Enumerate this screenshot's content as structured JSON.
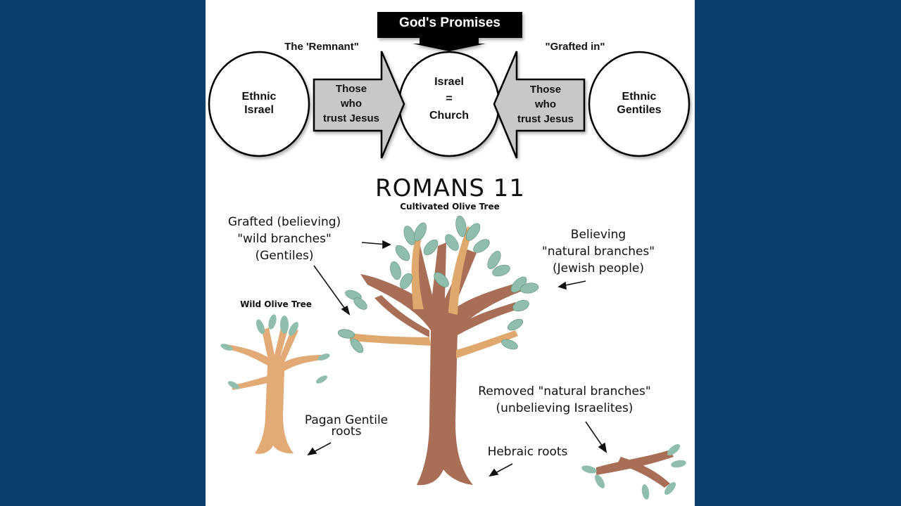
{
  "colors": {
    "background": "#0c3e6e",
    "panel": "#ffffff",
    "banner": "#000000",
    "arrow_fill": "#c8c8c8",
    "cultivated_trunk": "#a86e56",
    "grafted_branch": "#dfa96e",
    "wild_tree": "#e2ab76",
    "leaf": "#8fbfac"
  },
  "top_diagram": {
    "banner": "God's Promises",
    "left_caption": "The 'Remnant\"",
    "right_caption": "\"Grafted in\"",
    "left_circle": {
      "line1": "Ethnic",
      "line2": "Israel"
    },
    "center_circle": {
      "line1": "Israel",
      "line2": "=",
      "line3": "Church"
    },
    "right_circle": {
      "line1": "Ethnic",
      "line2": "Gentiles"
    },
    "left_arrow": {
      "line1": "Those",
      "line2": "who",
      "line3": "trust Jesus"
    },
    "right_arrow": {
      "line1": "Those",
      "line2": "who",
      "line3": "trust Jesus"
    }
  },
  "tree_diagram": {
    "title": "ROMANS 11",
    "subtitle": "Cultivated Olive Tree",
    "grafted_label": {
      "line1": "Grafted (believing)",
      "line2": "\"wild branches\"",
      "line3": "(Gentiles)"
    },
    "believing_label": {
      "line1": "Believing",
      "line2": "\"natural branches\"",
      "line3": "(Jewish people)"
    },
    "wild_tree_label": "Wild Olive Tree",
    "pagan_roots_label": {
      "line1": "Pagan Gentile",
      "line2": "roots"
    },
    "removed_label": {
      "line1": "Removed \"natural branches\"",
      "line2": "(unbelieving Israelites)"
    },
    "hebraic_roots_label": "Hebraic roots"
  }
}
